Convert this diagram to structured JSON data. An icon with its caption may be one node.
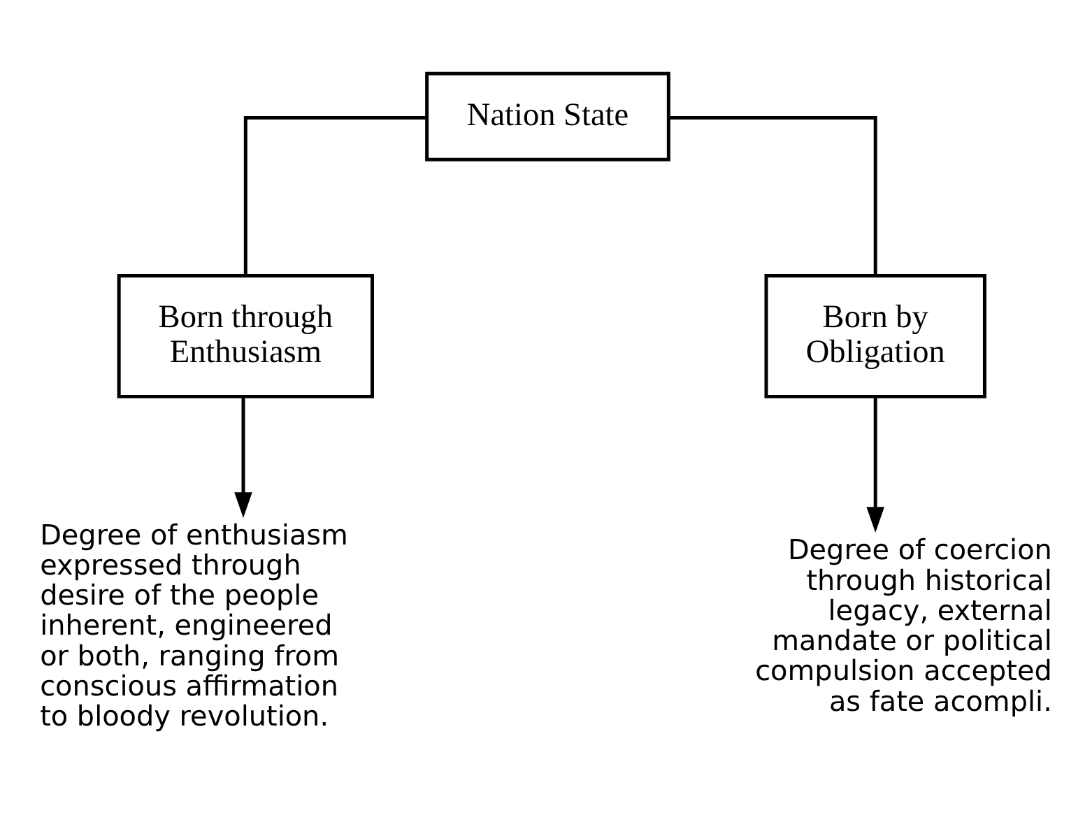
{
  "diagram": {
    "nodes": [
      {
        "text": [
          "Nation State"
        ]
      },
      {
        "text": [
          "Born through Enthusiasm"
        ]
      },
      {
        "text": [
          "Born by Obligation"
        ]
      },
      {
        "text": [
          "Degree of enthusiasm expressed through desire of the people inherent, engineered or both, ranging from conscious affirmation to bloody revolution."
        ]
      },
      {
        "text": [
          "Degree of coercion through historical legacy, external mandate or political compulsion accepted as fate acompli."
        ]
      }
    ],
    "edges": [
      {
        "from": 0,
        "to": 1,
        "arrow": "none"
      },
      {
        "from": 0,
        "to": 2,
        "arrow": "none"
      },
      {
        "from": 1,
        "to": 3,
        "arrow": "to"
      },
      {
        "from": 2,
        "to": 4,
        "arrow": "to"
      }
    ]
  }
}
